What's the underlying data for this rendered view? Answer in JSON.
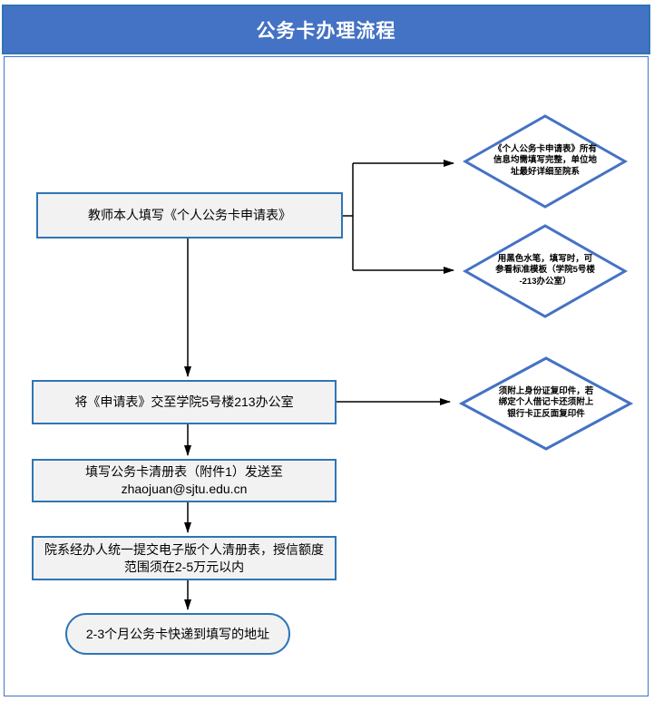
{
  "header": {
    "title": "公务卡办理流程"
  },
  "flowchart": {
    "steps": [
      {
        "id": "step-1",
        "type": "process",
        "label": "教师本人填写《个人公务卡申请表》"
      },
      {
        "id": "step-2",
        "type": "process",
        "label": "将《申请表》交至学院5号楼213办公室"
      },
      {
        "id": "step-3",
        "type": "process",
        "label": "填写公务卡清册表（附件1）发送至\nzhaojuan@sjtu.edu.cn"
      },
      {
        "id": "step-4",
        "type": "process",
        "label": "院系经办人统一提交电子版个人清册表，授信额度\n范围须在2-5万元以内"
      },
      {
        "id": "step-5",
        "type": "terminator",
        "label": "2-3个月公务卡快递到填写的地址"
      }
    ],
    "notes": [
      {
        "id": "note-1",
        "attached_to": "step-1",
        "label": "《个人公务卡申请表》所有\n信息均需填写完整，单位地\n址最好详细至院系"
      },
      {
        "id": "note-2",
        "attached_to": "step-1",
        "label": "用黑色水笔，填写时，可\n参看标准模板（学院5号楼\n-213办公室）"
      },
      {
        "id": "note-3",
        "attached_to": "step-2",
        "label": "须附上身份证复印件，若\n绑定个人借记卡还须附上\n银行卡正反面复印件"
      }
    ]
  },
  "colors": {
    "header_fill": "#4472C4",
    "header_border": "#2E75B6",
    "frame_border": "#4472C4",
    "box_fill": "#F2F2F2",
    "box_border": "#2E75B6",
    "diamond_border": "#4472C4",
    "connector": "#000000"
  }
}
